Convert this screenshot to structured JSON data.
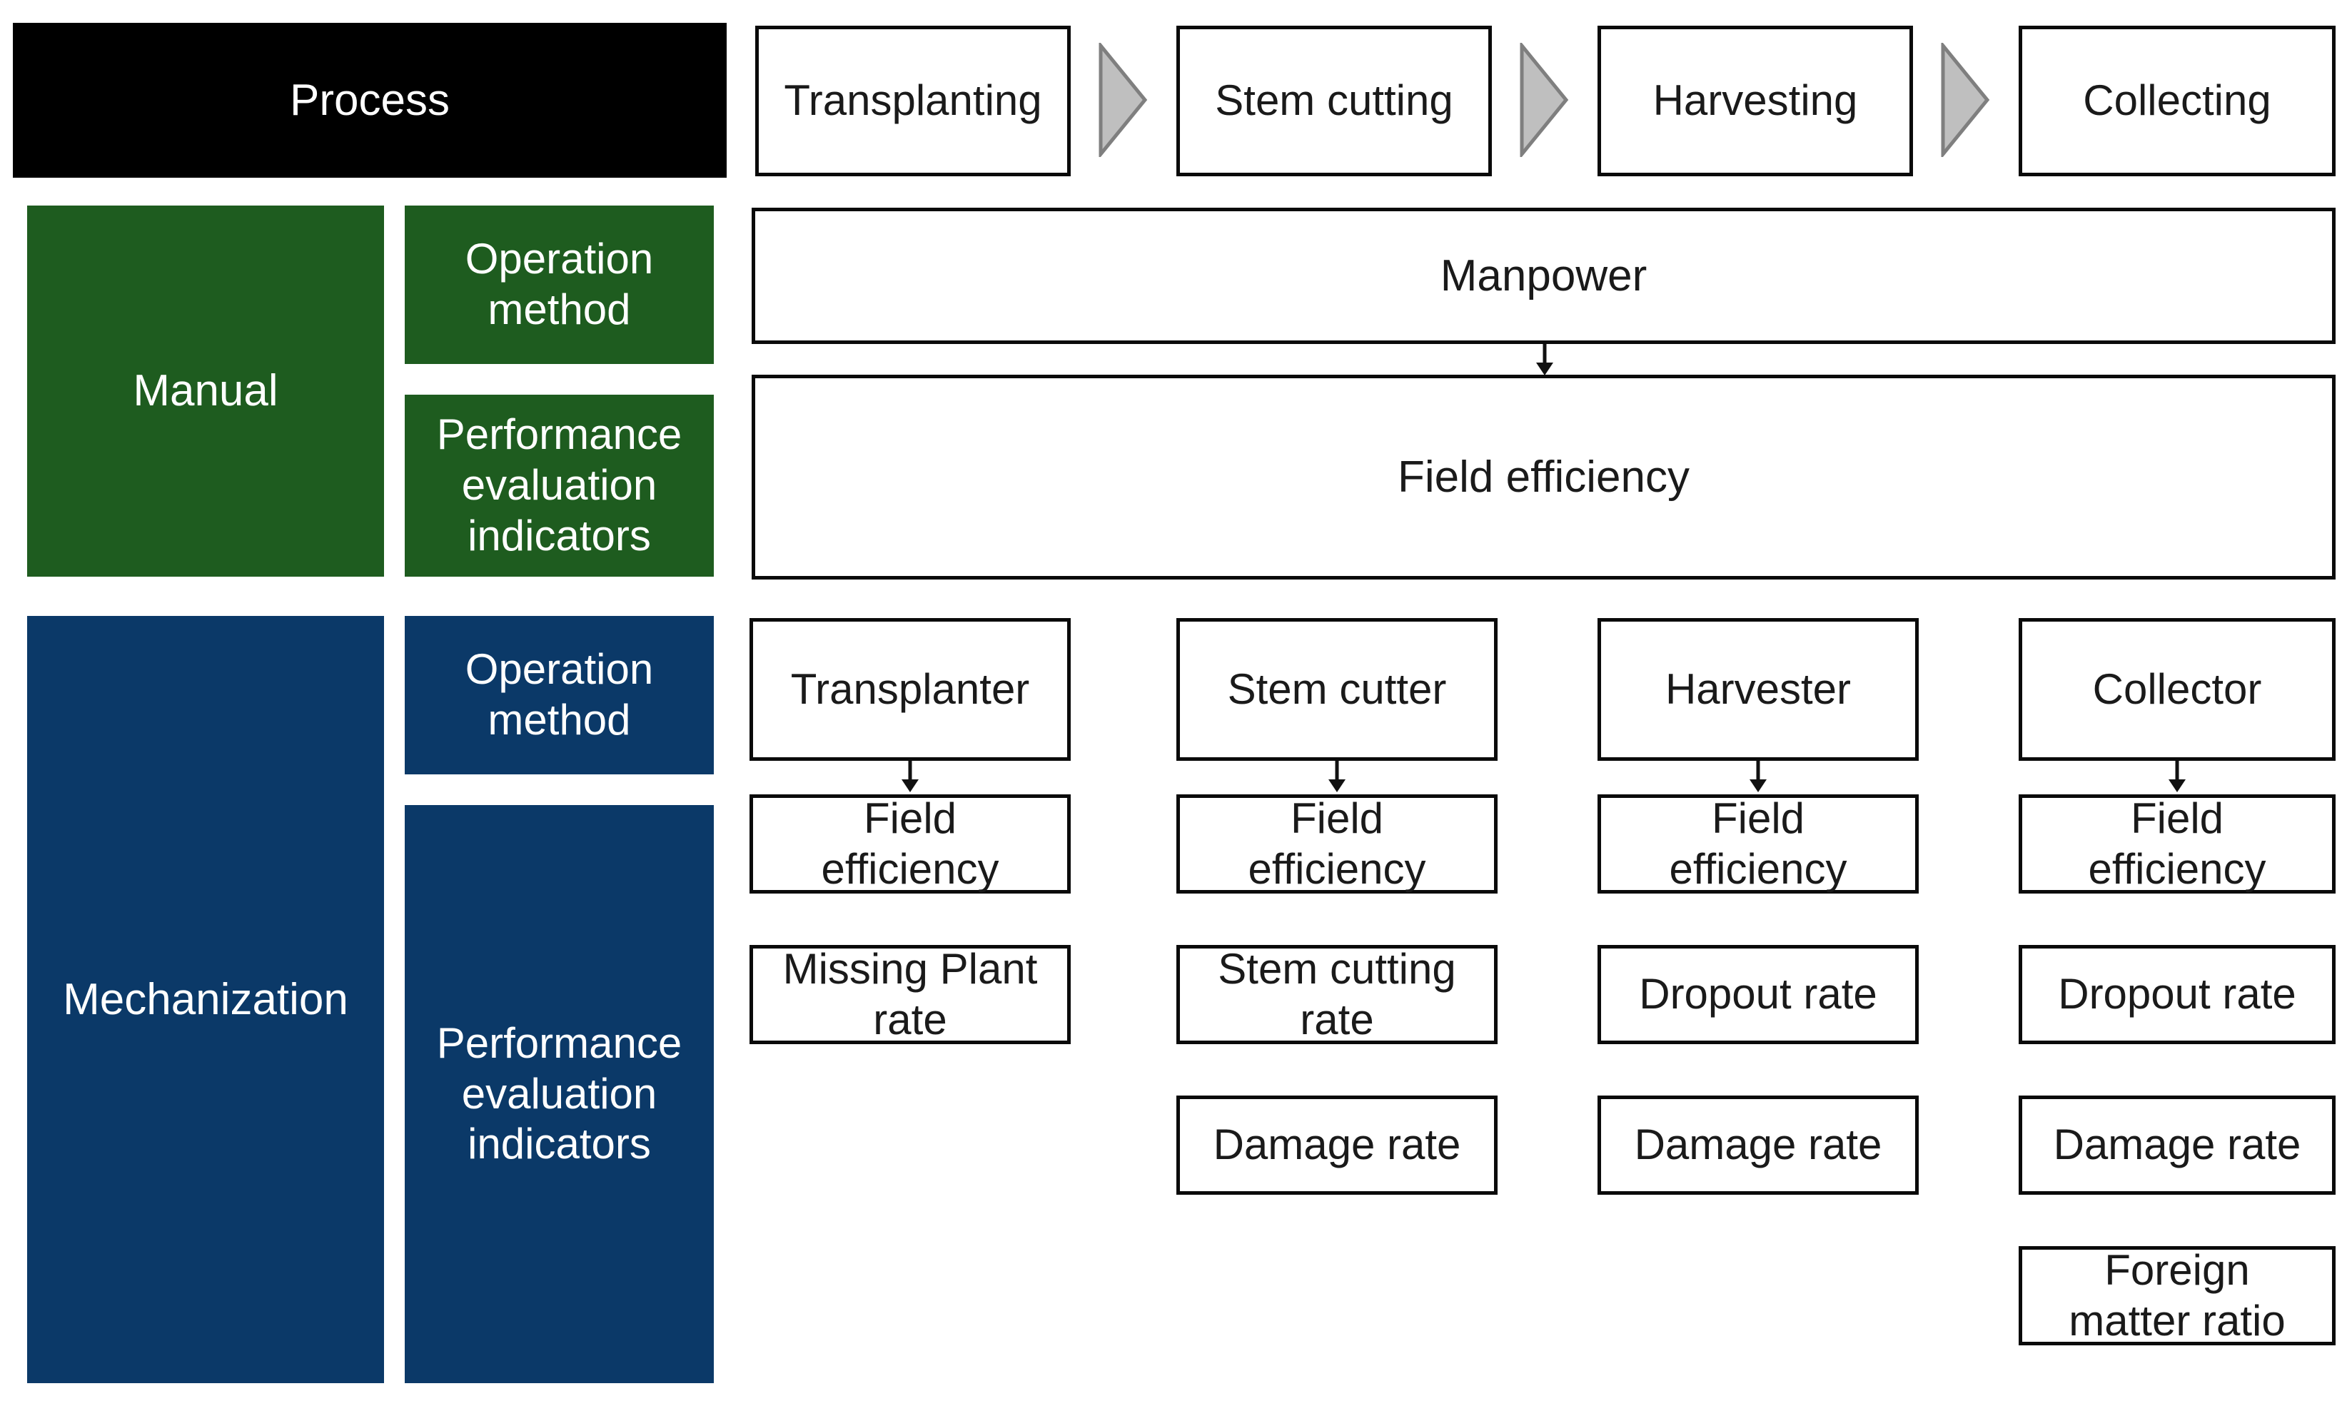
{
  "diagram": {
    "title_row": {
      "label": "Process",
      "steps": [
        {
          "label": "Transplanting"
        },
        {
          "label": "Stem cutting"
        },
        {
          "label": "Harvesting"
        },
        {
          "label": "Collecting"
        }
      ],
      "separator_icon": "chevron-right-icon"
    },
    "rows": [
      {
        "id": "manual",
        "category": "Manual",
        "color": "#1e5c1f",
        "subrows": [
          {
            "id": "operation-method",
            "label": "Operation\nmethod",
            "content": [
              "Manpower"
            ]
          },
          {
            "id": "performance-indicators",
            "label": "Performance\nevaluation\nindicators",
            "content": [
              "Field efficiency"
            ]
          }
        ],
        "connector_icon": "down-arrow-icon"
      },
      {
        "id": "mechanization",
        "category": "Mechanization",
        "color": "#0b3968",
        "subrows": [
          {
            "id": "operation-method",
            "label": "Operation\nmethod"
          },
          {
            "id": "performance-indicators",
            "label": "Performance\nevaluation\nindicators"
          }
        ],
        "columns": [
          {
            "machine": "Transplanter",
            "indicators": [
              "Field\nefficiency",
              "Missing Plant\nrate"
            ]
          },
          {
            "machine": "Stem cutter",
            "indicators": [
              "Field\nefficiency",
              "Stem cutting\nrate",
              "Damage rate"
            ]
          },
          {
            "machine": "Harvester",
            "indicators": [
              "Field\nefficiency",
              "Dropout rate",
              "Damage rate"
            ]
          },
          {
            "machine": "Collector",
            "indicators": [
              "Field\nefficiency",
              "Dropout rate",
              "Damage rate",
              "Foreign\nmatter ratio"
            ]
          }
        ],
        "connector_icon": "down-arrow-icon"
      }
    ],
    "colors": {
      "manual": "#1e5c1f",
      "mechanization": "#0b3968",
      "process_header": "#000000",
      "chevron_fill": "#bfbfbf",
      "chevron_stroke": "#808080",
      "box_border": "#0a0a0a",
      "background": "#ffffff"
    }
  }
}
